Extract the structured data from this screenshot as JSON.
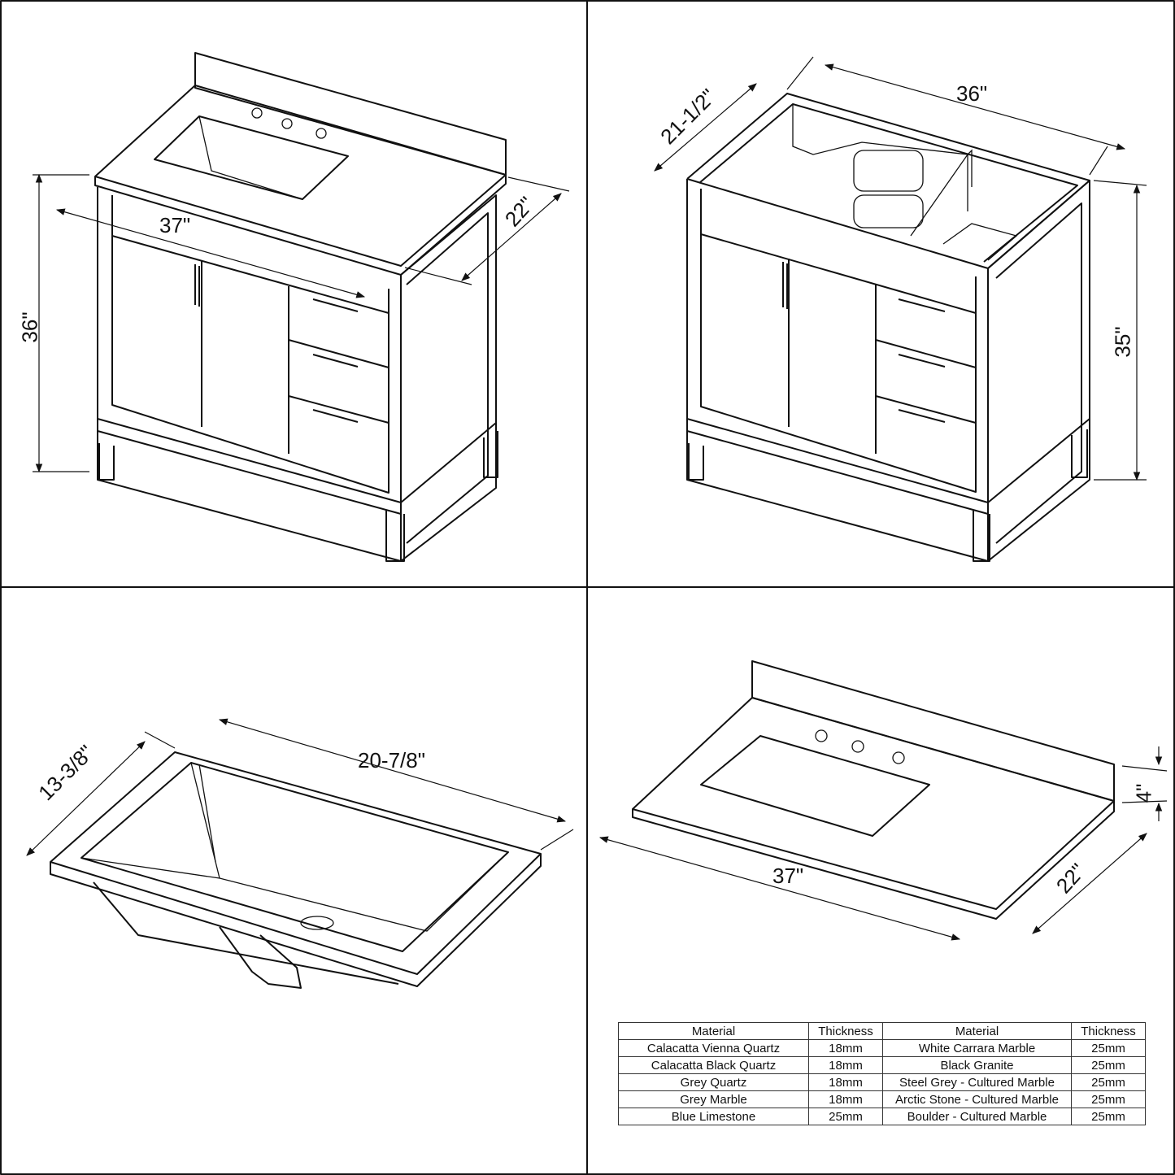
{
  "panels": {
    "vanity_with_top": {
      "width": "37\"",
      "depth": "22\"",
      "height": "36\""
    },
    "vanity_cabinet": {
      "width": "36\"",
      "depth": "21-1/2\"",
      "height": "35\""
    },
    "sink": {
      "width": "20-7/8\"",
      "depth": "13-3/8\""
    },
    "countertop": {
      "width": "37\"",
      "depth": "22\"",
      "backsplash": "4\""
    }
  },
  "material_table": {
    "headers": [
      "Material",
      "Thickness",
      "Material",
      "Thickness"
    ],
    "rows": [
      [
        "Calacatta Vienna Quartz",
        "18mm",
        "White Carrara Marble",
        "25mm"
      ],
      [
        "Calacatta Black Quartz",
        "18mm",
        "Black Granite",
        "25mm"
      ],
      [
        "Grey Quartz",
        "18mm",
        "Steel Grey - Cultured Marble",
        "25mm"
      ],
      [
        "Grey Marble",
        "18mm",
        "Arctic Stone - Cultured Marble",
        "25mm"
      ],
      [
        "Blue Limestone",
        "25mm",
        "Boulder - Cultured Marble",
        "25mm"
      ]
    ]
  }
}
